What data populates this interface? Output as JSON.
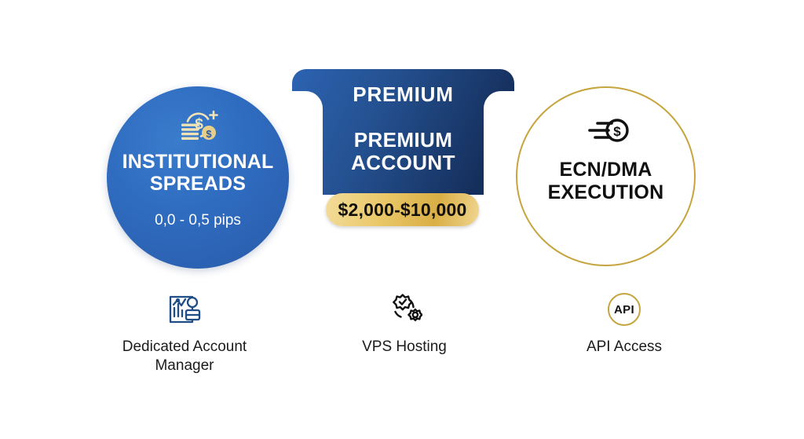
{
  "banner": {
    "title": "PREMIUM",
    "subtitle_line1": "PREMIUM",
    "subtitle_line2": "ACCOUNT",
    "price": "$2,000-$10,000",
    "gradient_from": "#2c61ae",
    "gradient_to": "#152f5c",
    "price_badge_color": "#e4c46a",
    "price_text_color": "#13100a"
  },
  "left_circle": {
    "icon": "money-stack-plus-icon",
    "title_line1": "INSTITUTIONAL",
    "title_line2": "SPREADS",
    "subtitle": "0,0 - 0,5 pips",
    "fill_color": "#2f6cc0",
    "text_color": "#ffffff"
  },
  "right_circle": {
    "icon": "fast-money-icon",
    "title_line1": "ECN/DMA",
    "title_line2": "EXECUTION",
    "border_color": "#c6a53f",
    "text_color": "#101010"
  },
  "features": [
    {
      "icon": "account-manager-chart-person-icon",
      "label_line1": "Dedicated Account",
      "label_line2": "Manager",
      "icon_color": "#1f4e87"
    },
    {
      "icon": "vps-hosting-gear-check-icon",
      "label_line1": "VPS Hosting",
      "label_line2": "",
      "icon_color": "#111111"
    },
    {
      "icon": "api-ring-icon",
      "label_line1": "API Access",
      "label_line2": "",
      "icon_color": "#111111",
      "icon_text": "API"
    }
  ]
}
